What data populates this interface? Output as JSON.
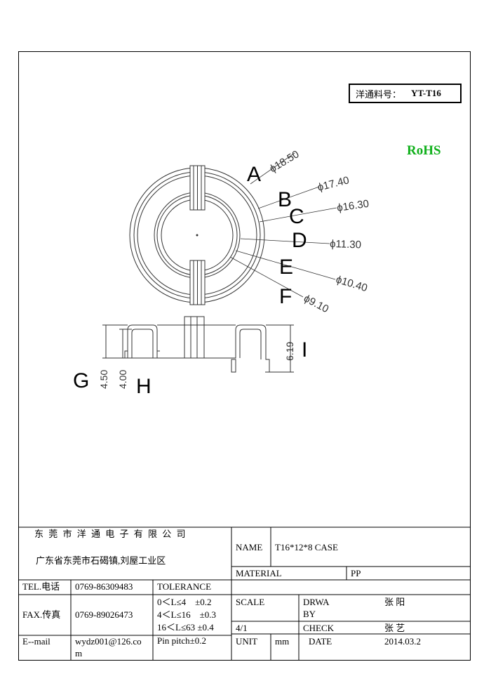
{
  "part_box": {
    "label": "洋通料号：",
    "value": "YT-T16"
  },
  "rohs": "RoHS",
  "top_view": {
    "letters": [
      "A",
      "B",
      "C",
      "D",
      "E",
      "F"
    ],
    "dims": [
      "ϕ18.50",
      "ϕ17.40",
      "ϕ16.30",
      "ϕ11.30",
      "ϕ10.40",
      "ϕ9.10"
    ]
  },
  "side_view": {
    "letters": [
      "G",
      "H",
      "I"
    ],
    "dims": [
      "4.50",
      "4.00",
      "6.19"
    ]
  },
  "title_block": {
    "company": "东 莞 市 洋 通 电 子 有 限 公 司",
    "address": "广东省东莞市石碣镇,刘屋工业区",
    "name_label": "NAME",
    "name_value": "T16*12*8 CASE",
    "material_label": "MATERIAL",
    "material_value": "PP",
    "tel_label": "TEL.电话",
    "tel_value": "0769-86309483",
    "tolerance_label": "TOLERANCE",
    "fax_label": "FAX.传真",
    "fax_value": "0769-89026473",
    "tol_1": "0＜L≤4　±0.2",
    "tol_2": "4＜L≤16　±0.3",
    "tol_3": "16＜L≤63 ±0.4",
    "pin_pitch": "Pin pitch±0.2",
    "scale_label": "SCALE",
    "scale_value": "4/1",
    "drawn_label_1": "DRWA",
    "drawn_label_2": "BY",
    "drawn_value": "张 阳",
    "check_label": "CHECK",
    "check_value": "张 艺",
    "email_label": "E--mail",
    "email_value_1": "wydz001@126.co",
    "email_value_2": "m",
    "unit_label": "UNIT",
    "unit_value": "mm",
    "date_label": "DATE",
    "date_value": "2014.03.2"
  }
}
